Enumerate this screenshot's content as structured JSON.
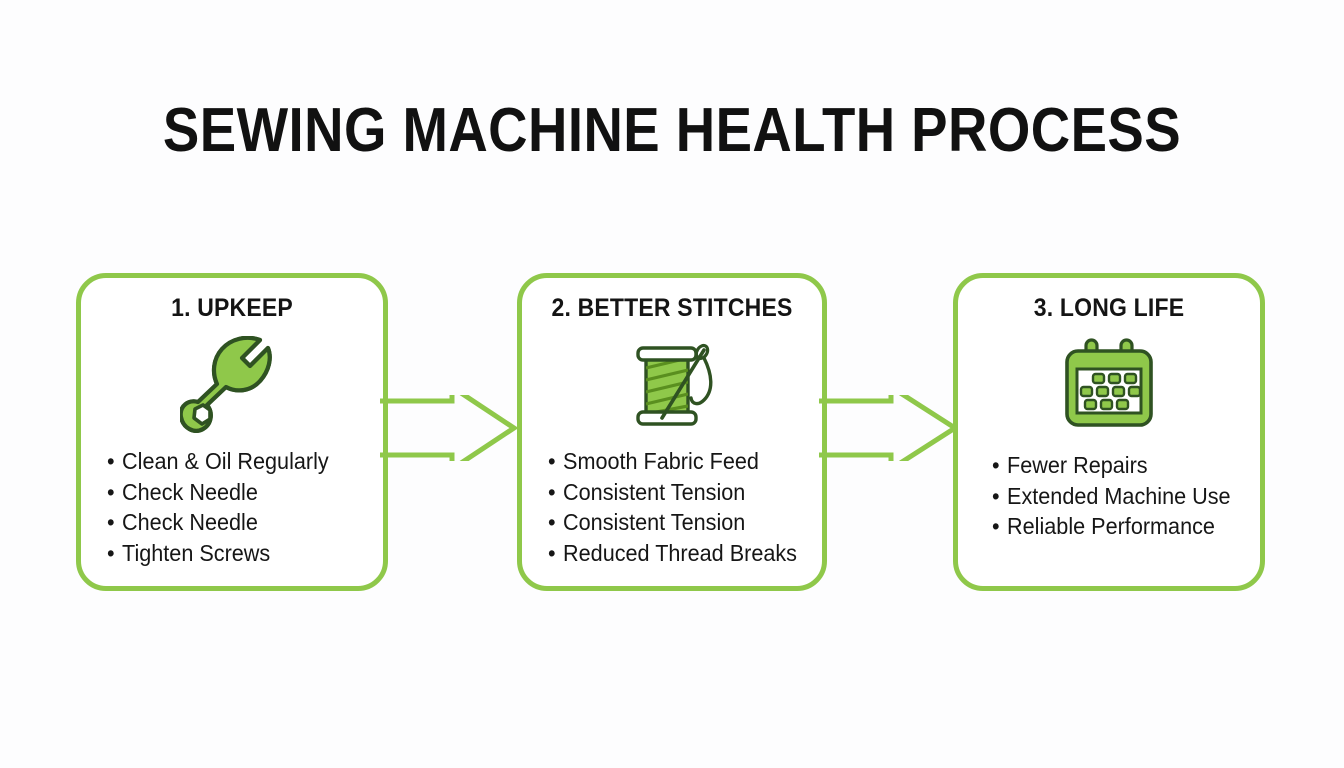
{
  "page": {
    "title": "SEWING MACHINE HEALTH PROCESS",
    "background_color": "#fdfdfe",
    "accent_color": "#8fc84a",
    "icon_outline_color": "#2f5222",
    "text_color": "#161616"
  },
  "cards": [
    {
      "title": "1. UPKEEP",
      "icon": "wrench-icon",
      "bullets": [
        "Clean & Oil Regularly",
        "Check Needle",
        "Check Needle",
        "Tighten Screws"
      ]
    },
    {
      "title": "2. BETTER STITCHES",
      "icon": "thread-spool-icon",
      "bullets": [
        "Smooth Fabric Feed",
        "Consistent Tension",
        "Consistent Tension",
        "Reduced Thread Breaks"
      ]
    },
    {
      "title": "3. LONG LIFE",
      "icon": "calendar-icon",
      "bullets": [
        "Fewer Repairs",
        "Extended Machine Use",
        "Reliable Performance"
      ]
    }
  ],
  "arrows": [
    {
      "name": "arrow-step1-to-step2",
      "direction": "right"
    },
    {
      "name": "arrow-step2-to-step3",
      "direction": "right"
    }
  ]
}
